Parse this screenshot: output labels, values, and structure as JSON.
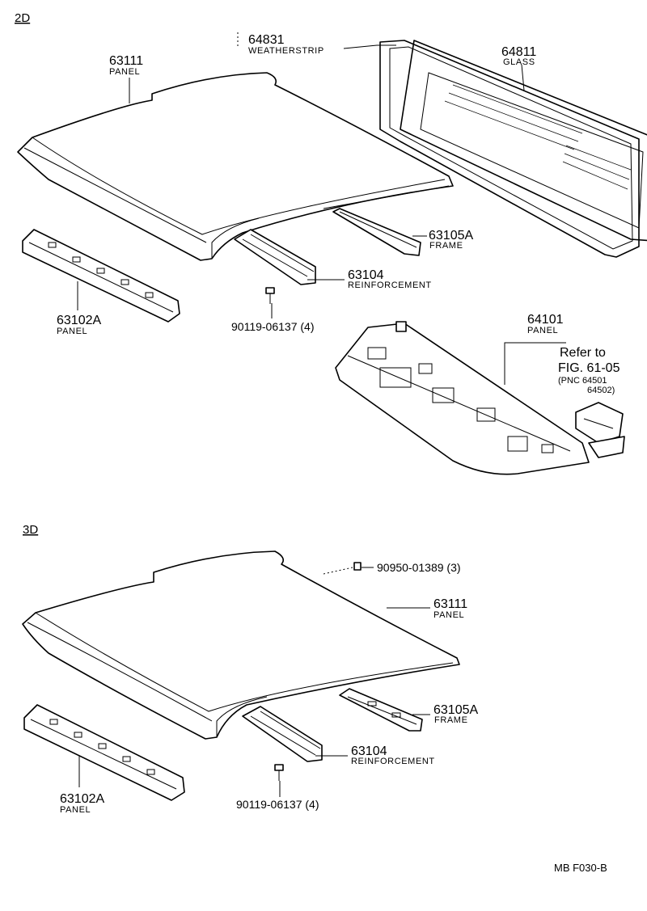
{
  "sections": {
    "top": "2D",
    "bottom": "3D"
  },
  "callouts": {
    "top_weatherstrip": {
      "number": "64831",
      "name": "WEATHERSTRIP"
    },
    "top_glass": {
      "number": "64811",
      "name": "GLASS"
    },
    "top_roof_panel": {
      "number": "63111",
      "name": "PANEL"
    },
    "top_frame": {
      "number": "63105A",
      "name": "FRAME"
    },
    "top_reinforcement": {
      "number": "63104",
      "name": "REINFORCEMENT"
    },
    "top_front_panel": {
      "number": "63102A",
      "name": "PANEL"
    },
    "top_bolt": {
      "number": "90119-06137 (4)"
    },
    "top_package_panel": {
      "number": "64101",
      "name": "PANEL"
    },
    "bottom_clip": {
      "number": "90950-01389 (3)"
    },
    "bottom_roof_panel": {
      "number": "63111",
      "name": "PANEL"
    },
    "bottom_frame": {
      "number": "63105A",
      "name": "FRAME"
    },
    "bottom_reinforcement": {
      "number": "63104",
      "name": "REINFORCEMENT"
    },
    "bottom_front_panel": {
      "number": "63102A",
      "name": "PANEL"
    },
    "bottom_bolt": {
      "number": "90119-06137 (4)"
    }
  },
  "reference": {
    "line1": "Refer to",
    "line2": "FIG. 61-05",
    "pnc_line1": "(PNC 64501",
    "pnc_line2": "64502)"
  },
  "footer_code": "MB  F030-B"
}
